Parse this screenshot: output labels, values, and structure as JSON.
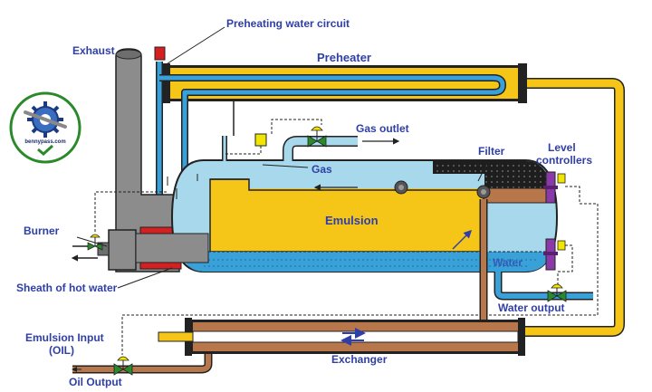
{
  "diagram": {
    "labels": {
      "preheating_water_circuit": "Preheating water circuit",
      "exhaust": "Exhaust",
      "preheater": "Preheater",
      "gas_outlet": "Gas outlet",
      "gas": "Gas",
      "filter": "Filter",
      "level_controllers": [
        "Level",
        "controllers"
      ],
      "burner": "Burner",
      "emulsion": "Emulsion",
      "water": "Water",
      "sheath_of_hot_water": "Sheath of hot water",
      "water_output": "Water output",
      "emulsion_input": [
        "Emulsion Input",
        "(OIL)"
      ],
      "exchanger": "Exchanger",
      "oil_output": "Oil Output"
    },
    "logo": {
      "text": "bennypass.com"
    },
    "colors": {
      "label_text": "#2f3fa8",
      "water_pipe": "#3aa0d8",
      "preheater_yellow": "#f5c518",
      "emulsion_yellow": "#f5c518",
      "gas_blue": "#a8d8ec",
      "filter_dark": "#1e1e1e",
      "brown_pipe": "#b7774a",
      "exhaust_grey": "#8c8c8c",
      "burner_red": "#d42020",
      "valve_green": "#2a8a2a",
      "level_purple": "#8a3aa8",
      "actuator_yellow": "#f2e600"
    }
  }
}
